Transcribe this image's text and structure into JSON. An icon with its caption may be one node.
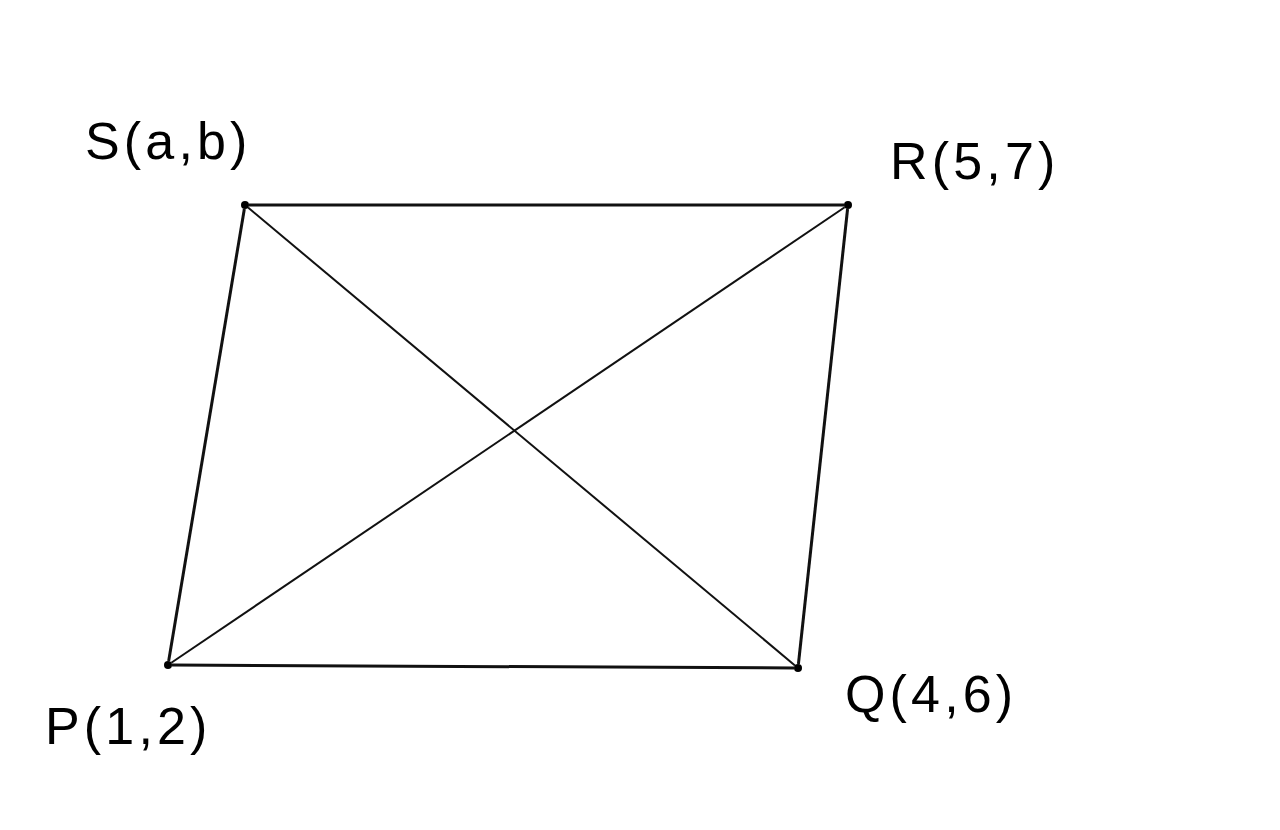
{
  "diagram": {
    "nodes": [
      {
        "text": [],
        "shape": "point",
        "beside": [
          "S(a,b)"
        ]
      },
      {
        "text": [],
        "shape": "point",
        "beside": [
          "R(5,7)"
        ]
      },
      {
        "text": [],
        "shape": "point",
        "beside": [
          "Q(4,6)"
        ]
      },
      {
        "text": [],
        "shape": "point",
        "beside": [
          "P(1,2)"
        ]
      }
    ],
    "edges": [
      {
        "from": 0,
        "to": 1,
        "arrow": "none"
      },
      {
        "from": 1,
        "to": 2,
        "arrow": "none"
      },
      {
        "from": 2,
        "to": 3,
        "arrow": "none"
      },
      {
        "from": 3,
        "to": 0,
        "arrow": "none"
      },
      {
        "from": 3,
        "to": 1,
        "arrow": "none"
      },
      {
        "from": 0,
        "to": 2,
        "arrow": "none"
      }
    ]
  }
}
